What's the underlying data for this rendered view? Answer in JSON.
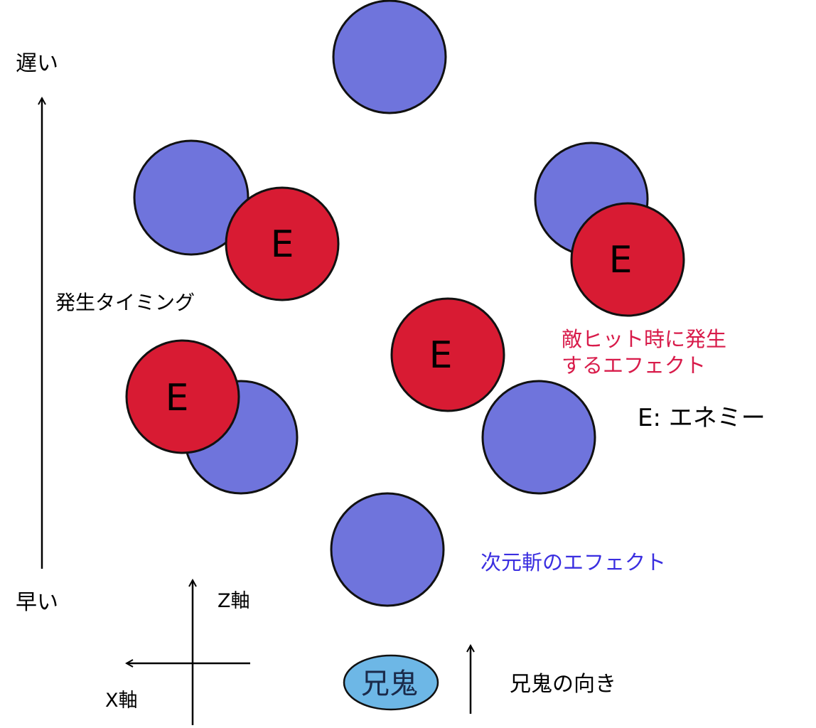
{
  "colors": {
    "slash_effect": "#6f74dc",
    "enemy": "#d81b33",
    "outline": "#111111",
    "hit_text": "#d81b4a",
    "slash_text": "#3a2ee0",
    "player": "#6db7e6"
  },
  "timing_axis": {
    "top_label": "遅い",
    "bottom_label": "早い",
    "title": "発生タイミング"
  },
  "enemy_glyph": "E",
  "player_glyph": "兄鬼",
  "annotations": {
    "hit_effect_line1": "敵ヒット時に発生",
    "hit_effect_line2": "するエフェクト",
    "legend": "E: エネミー",
    "slash_effect": "次元斬のエフェクト",
    "z_axis": "Z軸",
    "x_axis": "X軸",
    "player_direction": "兄鬼の向き"
  }
}
